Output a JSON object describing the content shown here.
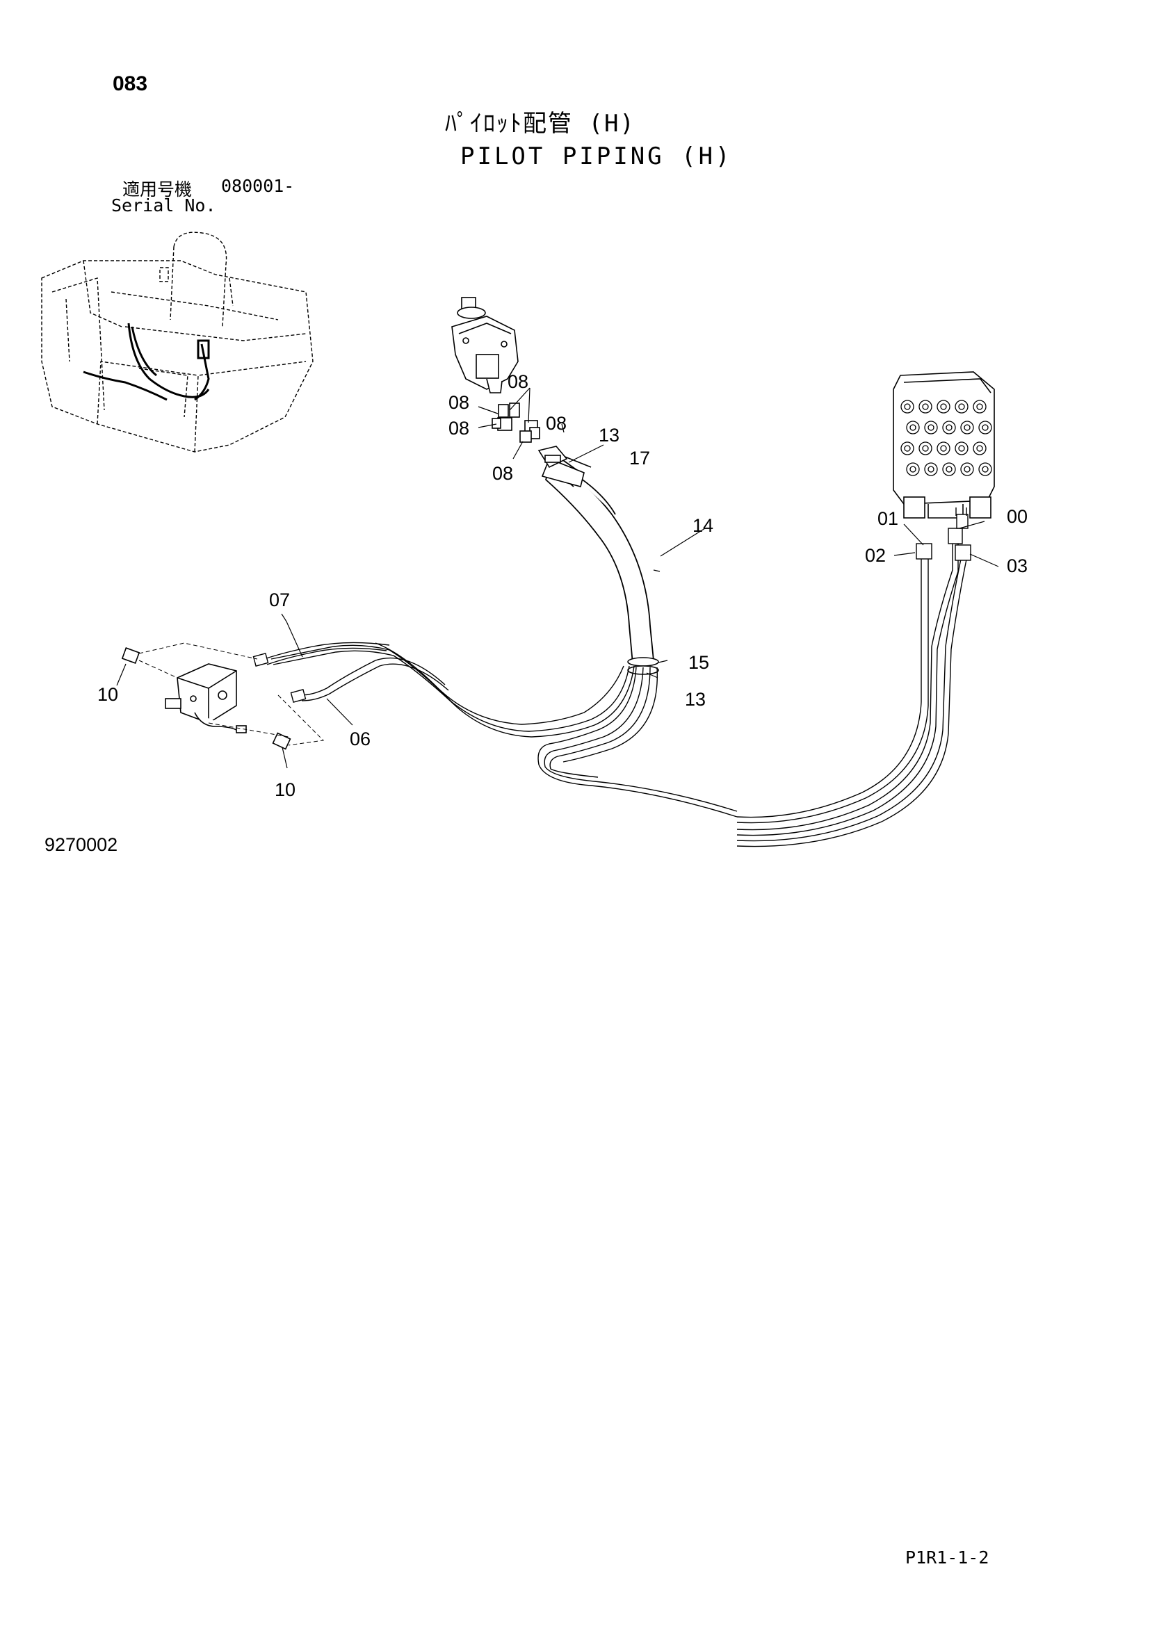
{
  "header": {
    "page_number": "083",
    "title_ja": "ﾊﾟｲﾛｯﾄ配管 (H)",
    "title_en": "PILOT PIPING (H)",
    "serial_label_ja": "適用号機",
    "serial_label_en": "Serial No.",
    "serial_value": "080001-"
  },
  "diagram": {
    "callouts": [
      {
        "id": "callout-00",
        "label": "00"
      },
      {
        "id": "callout-01",
        "label": "01"
      },
      {
        "id": "callout-02",
        "label": "02"
      },
      {
        "id": "callout-03",
        "label": "03"
      },
      {
        "id": "callout-06",
        "label": "06"
      },
      {
        "id": "callout-07",
        "label": "07"
      },
      {
        "id": "callout-08a",
        "label": "08"
      },
      {
        "id": "callout-08b",
        "label": "08"
      },
      {
        "id": "callout-08c",
        "label": "08"
      },
      {
        "id": "callout-08d",
        "label": "08"
      },
      {
        "id": "callout-08e",
        "label": "08"
      },
      {
        "id": "callout-10a",
        "label": "10"
      },
      {
        "id": "callout-10b",
        "label": "10"
      },
      {
        "id": "callout-13a",
        "label": "13"
      },
      {
        "id": "callout-13b",
        "label": "13"
      },
      {
        "id": "callout-14",
        "label": "14"
      },
      {
        "id": "callout-15",
        "label": "15"
      },
      {
        "id": "callout-17",
        "label": "17"
      }
    ]
  },
  "footer": {
    "figure_code": "9270002",
    "page_ref": "P1R1-1-2"
  }
}
